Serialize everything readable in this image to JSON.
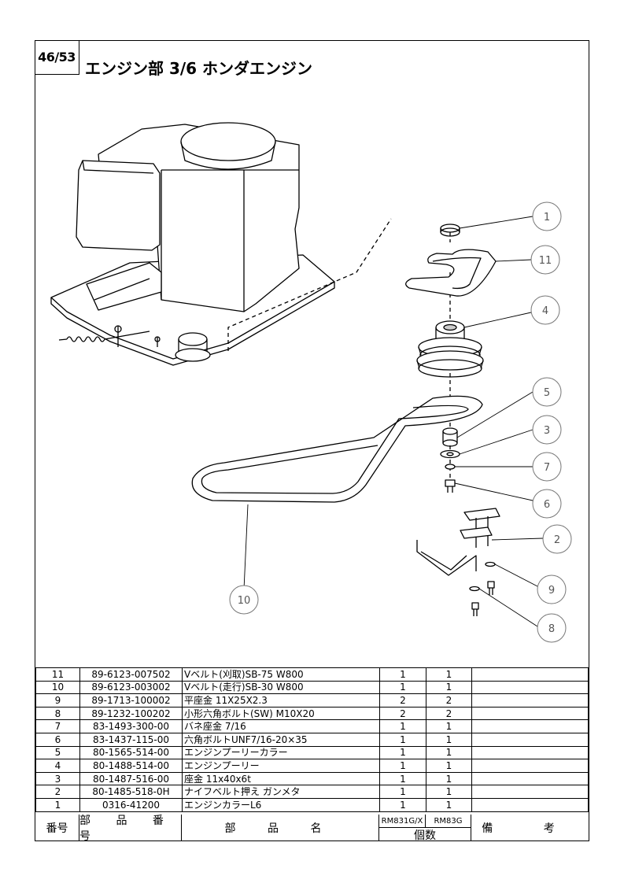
{
  "page": {
    "page_number": "46/53",
    "title": "エンジン部  3/6  ホンダエンジン"
  },
  "diagram": {
    "callouts": [
      "1",
      "11",
      "4",
      "5",
      "3",
      "7",
      "6",
      "2",
      "9",
      "8",
      "10"
    ]
  },
  "parts_table": {
    "headers": {
      "number": "番号",
      "part_code": "部 品 番 号",
      "part_name": "部 品 名",
      "model_1": "RM831G/X",
      "model_2": "RM83G",
      "quantity": "個数",
      "remarks": "備 考"
    },
    "rows": [
      {
        "no": "11",
        "code": "89-6123-007502",
        "name": "Vベルト(刈取)SB-75 W800",
        "q1": "1",
        "q2": "1",
        "remarks": ""
      },
      {
        "no": "10",
        "code": "89-6123-003002",
        "name": "Vベルト(走行)SB-30 W800",
        "q1": "1",
        "q2": "1",
        "remarks": ""
      },
      {
        "no": "9",
        "code": "89-1713-100002",
        "name": "平座金  11X25X2.3",
        "q1": "2",
        "q2": "2",
        "remarks": ""
      },
      {
        "no": "8",
        "code": "89-1232-100202",
        "name": "小形六角ボルト(SW)  M10X20",
        "q1": "2",
        "q2": "2",
        "remarks": ""
      },
      {
        "no": "7",
        "code": "83-1493-300-00",
        "name": "バネ座金  7/16",
        "q1": "1",
        "q2": "1",
        "remarks": ""
      },
      {
        "no": "6",
        "code": "83-1437-115-00",
        "name": "六角ボルトUNF7/16-20×35",
        "q1": "1",
        "q2": "1",
        "remarks": ""
      },
      {
        "no": "5",
        "code": "80-1565-514-00",
        "name": "エンジンプーリーカラー",
        "q1": "1",
        "q2": "1",
        "remarks": ""
      },
      {
        "no": "4",
        "code": "80-1488-514-00",
        "name": "エンジンプーリー",
        "q1": "1",
        "q2": "1",
        "remarks": ""
      },
      {
        "no": "3",
        "code": "80-1487-516-00",
        "name": "座金 11x40x6t",
        "q1": "1",
        "q2": "1",
        "remarks": ""
      },
      {
        "no": "2",
        "code": "80-1485-518-0H",
        "name": "ナイフベルト押え ガンメタ",
        "q1": "1",
        "q2": "1",
        "remarks": ""
      },
      {
        "no": "1",
        "code": "0316-41200",
        "name": "エンジンカラーL6",
        "q1": "1",
        "q2": "1",
        "remarks": ""
      }
    ]
  }
}
